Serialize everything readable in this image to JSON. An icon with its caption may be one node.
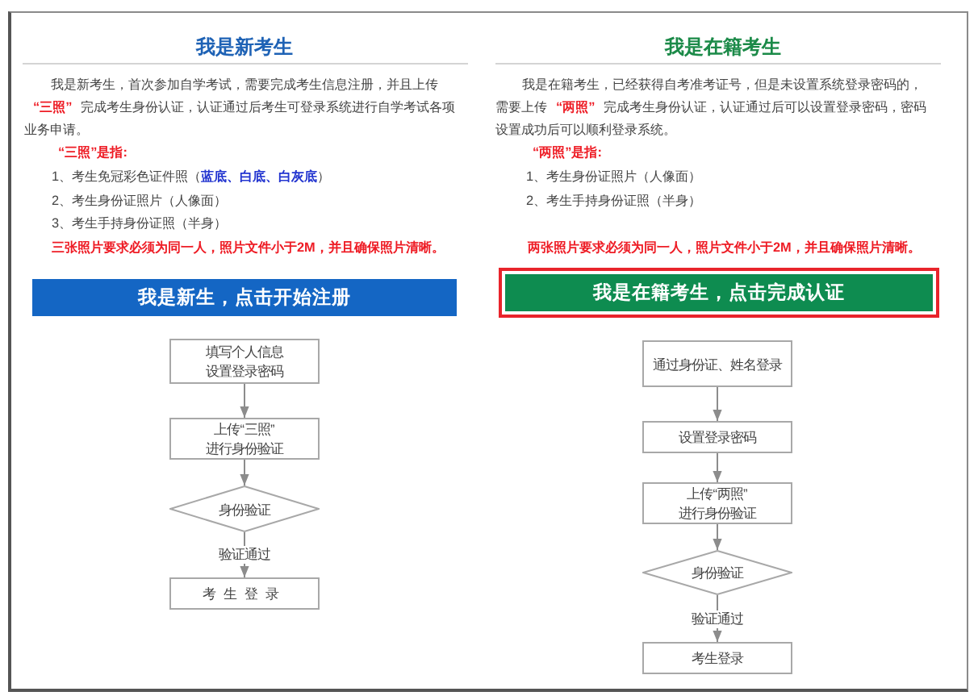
{
  "diagram": {
    "nodes": [
      {
        "text": [
          "我是新生，点击开始注册"
        ]
      },
      {
        "text": [
          "填写个人信息设置登录密码"
        ]
      },
      {
        "text": [
          "上传“三照”进行身份验证"
        ]
      },
      {
        "text": [
          "身份验证"
        ]
      },
      {
        "text": [
          "考生登录"
        ]
      },
      {
        "text": [
          "我是在籍考生，点击完成认证"
        ]
      },
      {
        "text": [
          "通过身份证、姓名登录"
        ]
      },
      {
        "text": [
          "设置登录密码"
        ]
      },
      {
        "text": [
          "上传“两照”进行身份验证"
        ]
      },
      {
        "text": [
          "身份验证"
        ]
      },
      {
        "text": [
          "考生登录"
        ]
      }
    ],
    "edges": [
      {
        "from": 1,
        "to": 2,
        "arrow": "to"
      },
      {
        "from": 2,
        "to": 3,
        "arrow": "to"
      },
      {
        "from": 3,
        "to": 4,
        "arrow": "to",
        "label": "验证通过"
      },
      {
        "from": 6,
        "to": 7,
        "arrow": "to"
      },
      {
        "from": 7,
        "to": 8,
        "arrow": "to"
      },
      {
        "from": 8,
        "to": 9,
        "arrow": "to"
      },
      {
        "from": 9,
        "to": 10,
        "arrow": "to",
        "label": "验证通过"
      }
    ],
    "labels": [
      "我是新考生",
      "我是新考生，首次参加自学考试，需要完成考生信息注册，并且上传**“三照”**完成考生身份认证，认证通过后考生可登录系统进行自学考试各项业务申请。",
      "“三照”是指:",
      "1、考生免冠彩色证件照（**蓝底、白底、白灰底**）",
      "2、考生身份证照片（人像面）",
      "3、考生手持身份证照（半身）",
      "三张照片要求必须为同一人，照片文件小于2M，并且确保照片清晰。",
      "我是在籍考生",
      "我是在籍考生，已经获得自考准考证号，但是未设置系统登录密码的，需要上传**“两照”**完成考生身份认证，认证通过后可以设置登录密码，密码设置成功后可以顺利登录系统。",
      "“两照”是指:",
      "1、考生身份证照片（人像面）",
      "2、考生手持身份证照（半身）",
      "两张照片要求必须为同一人，照片文件小于2M，并且确保照片清晰。"
    ]
  }
}
